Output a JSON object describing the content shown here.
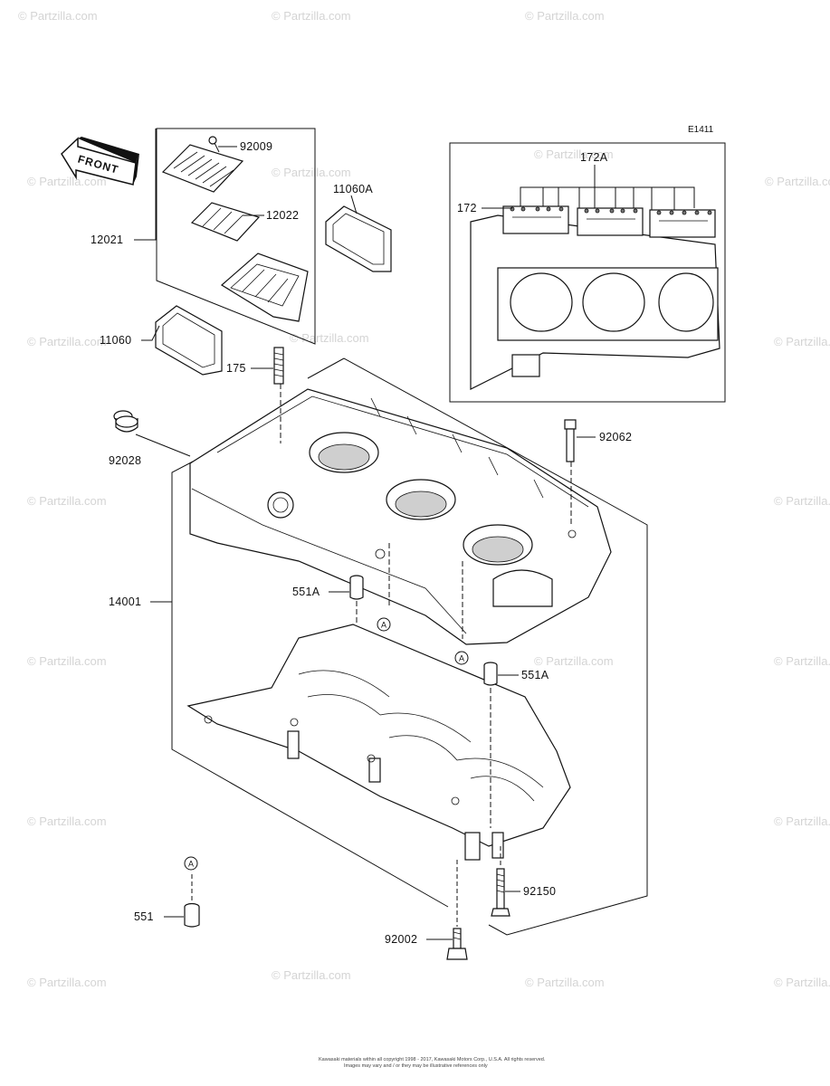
{
  "diagram_code": "E1411",
  "front_label": "FRONT",
  "parts": {
    "p92009": "92009",
    "p12022": "12022",
    "p11060A": "11060A",
    "p12021": "12021",
    "p11060": "11060",
    "p175": "175",
    "p92028": "92028",
    "p92062": "92062",
    "p14001": "14001",
    "p551A_top": "551A",
    "p551A_bottom": "551A",
    "p92150": "92150",
    "p551": "551",
    "p92002": "92002",
    "p172A": "172A",
    "p172": "172"
  },
  "refs": {
    "a1": "A",
    "a2": "A",
    "a3": "A"
  },
  "watermark": "© Partzilla.com",
  "copyright": {
    "line1": "Kawasaki materials within all copyright 1998 - 2017, Kawasaki Motors Corp., U.S.A. All rights reserved.",
    "line2": "Images may vary and / or they may be illustrative references only"
  }
}
